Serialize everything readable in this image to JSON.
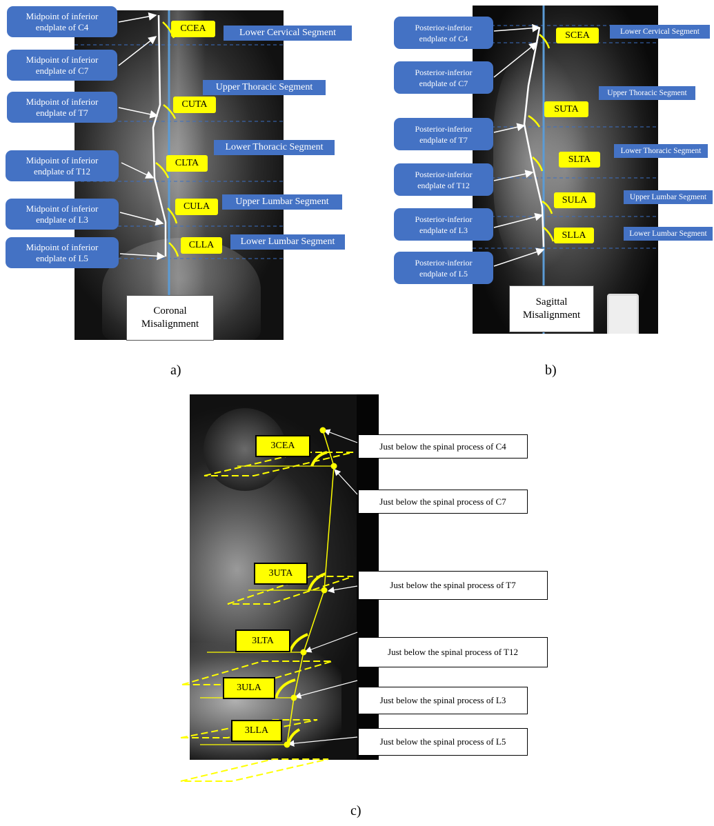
{
  "panel_a": {
    "label": "a)",
    "title": "Coronal\nMisalignment",
    "callouts": [
      "Midpoint of inferior\nendplate of C4",
      "Midpoint of inferior\nendplate of C7",
      "Midpoint of inferior\nendplate of T7",
      "Midpoint of inferior\nendplate of T12",
      "Midpoint of inferior\nendplate of L3",
      "Midpoint of inferior\nendplate of L5"
    ],
    "angles": [
      "CCEA",
      "CUTA",
      "CLTA",
      "CULA",
      "CLLA"
    ],
    "segments": [
      "Lower Cervical Segment",
      "Upper Thoracic Segment",
      "Lower Thoracic Segment",
      "Upper Lumbar Segment",
      "Lower Lumbar Segment"
    ]
  },
  "panel_b": {
    "label": "b)",
    "title": "Sagittal\nMisalignment",
    "callouts": [
      "Posterior-inferior\nendplate of C4",
      "Posterior-inferior\nendplate of C7",
      "Posterior-inferior\nendplate of T7",
      "Posterior-inferior\nendplate of T12",
      "Posterior-inferior\nendplate of L3",
      "Posterior-inferior\nendplate of L5"
    ],
    "angles": [
      "SCEA",
      "SUTA",
      "SLTA",
      "SULA",
      "SLLA"
    ],
    "segments": [
      "Lower Cervical Segment",
      "Upper Thoracic Segment",
      "Lower Thoracic Segment",
      "Upper Lumbar Segment",
      "Lower Lumbar Segment"
    ]
  },
  "panel_c": {
    "label": "c)",
    "angles": [
      "3CEA",
      "3UTA",
      "3LTA",
      "3ULA",
      "3LLA"
    ],
    "landmarks": [
      "Just below the spinal process of C4",
      "Just below the spinal process of C7",
      "Just below the spinal process of T7",
      "Just below the spinal process of T12",
      "Just below the spinal process of L3",
      "Just below the spinal process of L5"
    ]
  },
  "colors": {
    "callout_blue": "#4472c4",
    "angle_yellow": "#ffff00",
    "plumb_line": "#5b9bd5"
  }
}
